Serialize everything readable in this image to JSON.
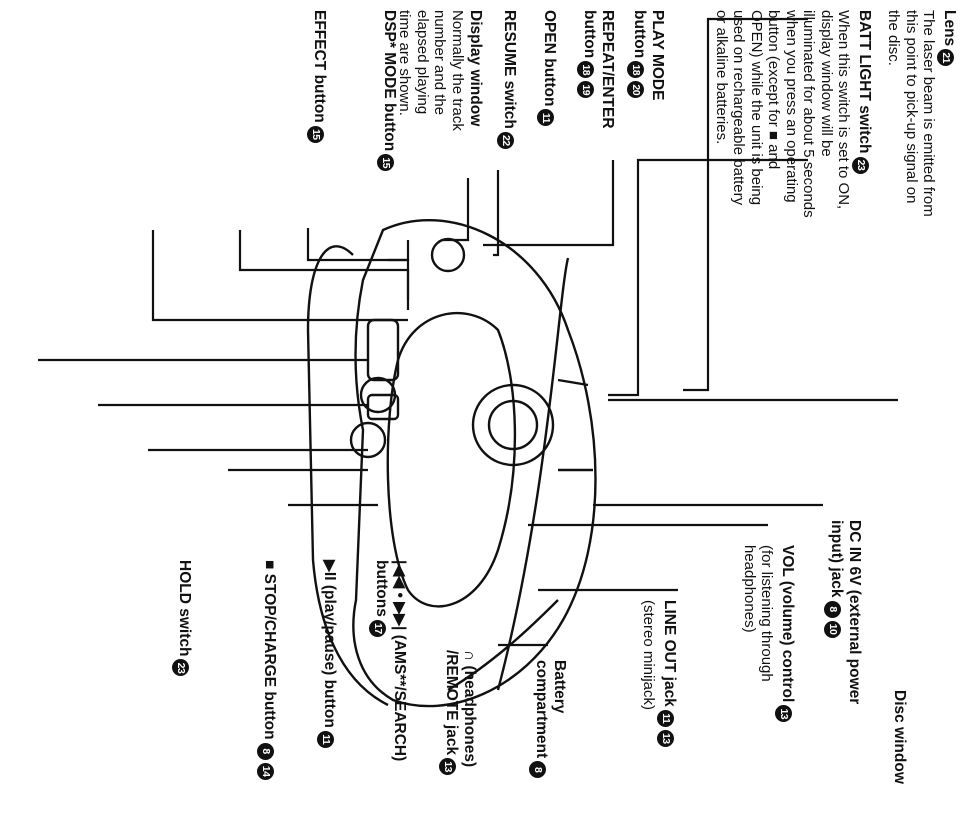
{
  "callouts": {
    "lens": {
      "title": "Lens",
      "badges": [
        "21"
      ],
      "desc": [
        "The laser beam is emitted from",
        "this point to pick-up signal on",
        "the disc."
      ]
    },
    "batt_light": {
      "title": "BATT LIGHT switch",
      "badges": [
        "23"
      ],
      "desc": [
        "When this switch is set to ON,",
        "display window will be",
        "illuminated for about 5 seconds",
        "when you press an operating",
        "button (except for ■ and",
        "OPEN) while the unit is being",
        "used on rechargeable battery",
        "or alkaline batteries."
      ]
    },
    "play_mode": {
      "title": [
        "PLAY MODE",
        "button"
      ],
      "badges": [
        "18",
        "20"
      ]
    },
    "repeat_enter": {
      "title": [
        "REPEAT/ENTER",
        "button"
      ],
      "badges": [
        "18",
        "19"
      ]
    },
    "open": {
      "title": "OPEN button",
      "badges": [
        "11"
      ]
    },
    "resume": {
      "title": "RESUME switch",
      "badges": [
        "22"
      ]
    },
    "display_window": {
      "title": "Display window",
      "badges": [],
      "desc": [
        "Normally the track",
        "number and the",
        "elapsed playing",
        "time are shown."
      ]
    },
    "dsp_mode": {
      "title": "DSP* MODE button",
      "badges": [
        "15"
      ]
    },
    "effect": {
      "title": "EFFECT button",
      "badges": [
        "15"
      ]
    },
    "disc_window": {
      "title": "Disc window",
      "badges": []
    },
    "dc_in": {
      "title": [
        "DC IN 6V (external power",
        "input) jack"
      ],
      "badges": [
        "8",
        "10"
      ]
    },
    "vol": {
      "title": "VOL (volume) control",
      "badges": [
        "13"
      ],
      "desc": [
        "(for listening through",
        "headphones)"
      ]
    },
    "line_out": {
      "title": "LINE OUT jack",
      "badges": [
        "11",
        "13"
      ],
      "desc": [
        "(stereo  minijack)"
      ]
    },
    "battery": {
      "title": [
        "Battery",
        "compartment"
      ],
      "badges": [
        "8"
      ]
    },
    "headphones": {
      "title": [
        "∩ (headphones)",
        "/REMOTE jack"
      ],
      "badges": [
        "13"
      ]
    },
    "ams_search": {
      "title": [
        "|◀◀ • ▶▶| (AMS**/SEARCH)",
        "buttons"
      ],
      "badges": [
        "17"
      ]
    },
    "play_pause": {
      "title": "▶II (play/pause) button",
      "badges": [
        "11"
      ]
    },
    "stop_charge": {
      "title": "■ STOP/CHARGE button",
      "badges": [
        "8",
        "14"
      ]
    },
    "hold": {
      "title": "HOLD switch",
      "badges": [
        "23"
      ]
    }
  }
}
